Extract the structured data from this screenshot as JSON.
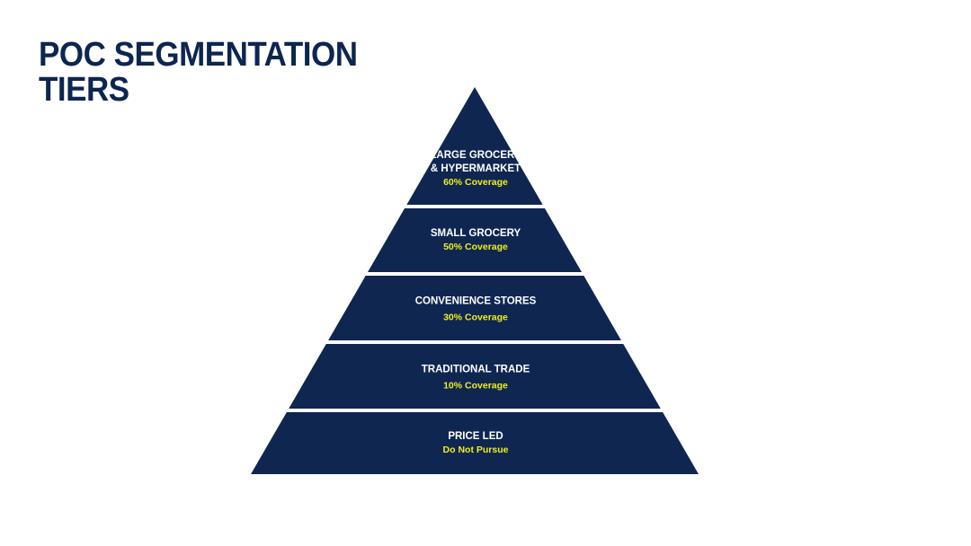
{
  "slide": {
    "title_lines": [
      "POC SEGMENTATION",
      "TIERS"
    ]
  },
  "colors": {
    "title": "#0c2551",
    "tier_fill": "#0f2651",
    "tier_name": "#ffffff",
    "coverage": "#f2ee1d",
    "background": "#ffffff"
  },
  "pyramid": {
    "tiers": [
      {
        "name_lines": [
          "LARGE GROCERY",
          "& HYPERMARKET"
        ],
        "coverage": "60% Coverage"
      },
      {
        "name_lines": [
          "SMALL GROCERY"
        ],
        "coverage": "50% Coverage"
      },
      {
        "name_lines": [
          "CONVENIENCE STORES"
        ],
        "coverage": "30% Coverage"
      },
      {
        "name_lines": [
          "TRADITIONAL TRADE"
        ],
        "coverage": "10% Coverage"
      },
      {
        "name_lines": [
          "PRICE LED"
        ],
        "coverage": "Do Not Pursue"
      }
    ]
  }
}
